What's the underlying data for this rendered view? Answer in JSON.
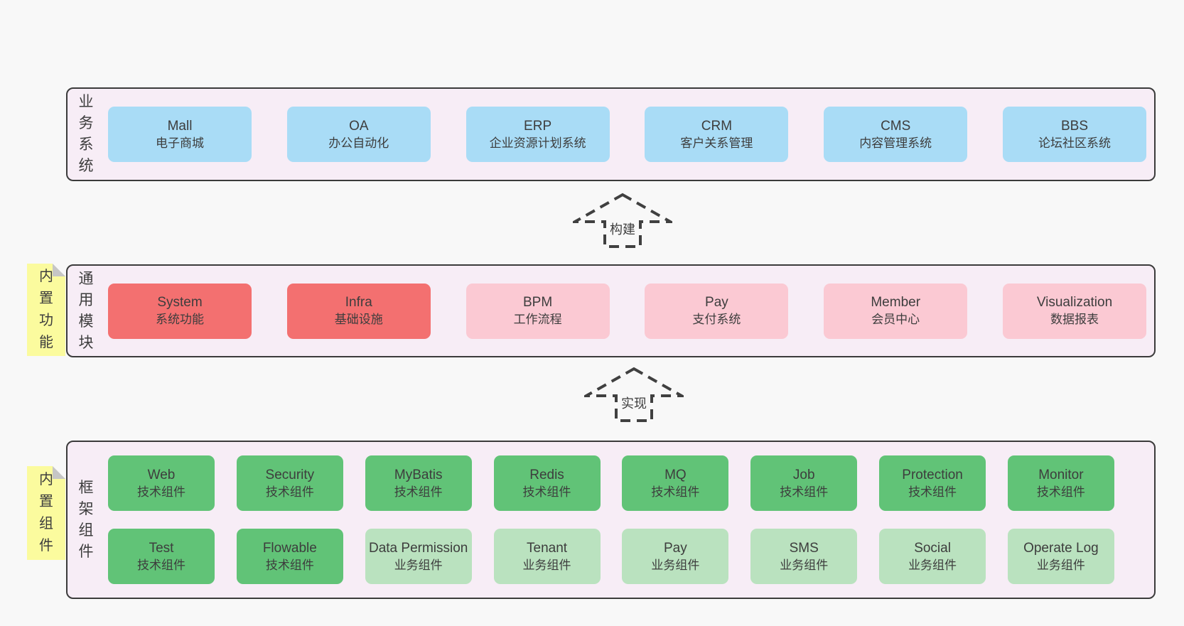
{
  "palette": {
    "page_bg": "#f8f8f8",
    "container_bg": "#f7edf6",
    "container_border": "#3b3b3b",
    "blue": "#a9dcf6",
    "red": "#f37070",
    "pink": "#fbc9d3",
    "green": "#61c377",
    "green_light": "#bae2bf",
    "sticky_yellow": "#fbfb9e",
    "arrow_stroke": "#404040",
    "text": "#3d3d3d"
  },
  "arrows": [
    {
      "label": "构建"
    },
    {
      "label": "实现"
    }
  ],
  "layers": [
    {
      "label": "业务系统",
      "boxes": [
        {
          "name": "Mall",
          "desc": "电子商城",
          "color": "#a9dcf6"
        },
        {
          "name": "OA",
          "desc": "办公自动化",
          "color": "#a9dcf6"
        },
        {
          "name": "ERP",
          "desc": "企业资源计划系统",
          "color": "#a9dcf6"
        },
        {
          "name": "CRM",
          "desc": "客户关系管理",
          "color": "#a9dcf6"
        },
        {
          "name": "CMS",
          "desc": "内容管理系统",
          "color": "#a9dcf6"
        },
        {
          "name": "BBS",
          "desc": "论坛社区系统",
          "color": "#a9dcf6"
        }
      ]
    },
    {
      "label": "通用模块",
      "sticky": "内置功能",
      "boxes": [
        {
          "name": "System",
          "desc": "系统功能",
          "color": "#f37070"
        },
        {
          "name": "Infra",
          "desc": "基础设施",
          "color": "#f37070"
        },
        {
          "name": "BPM",
          "desc": "工作流程",
          "color": "#fbc9d3"
        },
        {
          "name": "Pay",
          "desc": "支付系统",
          "color": "#fbc9d3"
        },
        {
          "name": "Member",
          "desc": "会员中心",
          "color": "#fbc9d3"
        },
        {
          "name": "Visualization",
          "desc": "数据报表",
          "color": "#fbc9d3"
        }
      ]
    },
    {
      "label": "框架组件",
      "sticky": "内置组件",
      "rows": [
        [
          {
            "name": "Web",
            "desc": "技术组件",
            "color": "#61c377"
          },
          {
            "name": "Security",
            "desc": "技术组件",
            "color": "#61c377"
          },
          {
            "name": "MyBatis",
            "desc": "技术组件",
            "color": "#61c377"
          },
          {
            "name": "Redis",
            "desc": "技术组件",
            "color": "#61c377"
          },
          {
            "name": "MQ",
            "desc": "技术组件",
            "color": "#61c377"
          },
          {
            "name": "Job",
            "desc": "技术组件",
            "color": "#61c377"
          },
          {
            "name": "Protection",
            "desc": "技术组件",
            "color": "#61c377"
          },
          {
            "name": "Monitor",
            "desc": "技术组件",
            "color": "#61c377"
          }
        ],
        [
          {
            "name": "Test",
            "desc": "技术组件",
            "color": "#61c377"
          },
          {
            "name": "Flowable",
            "desc": "技术组件",
            "color": "#61c377"
          },
          {
            "name": "Data Permission",
            "desc": "业务组件",
            "color": "#bae2bf"
          },
          {
            "name": "Tenant",
            "desc": "业务组件",
            "color": "#bae2bf"
          },
          {
            "name": "Pay",
            "desc": "业务组件",
            "color": "#bae2bf"
          },
          {
            "name": "SMS",
            "desc": "业务组件",
            "color": "#bae2bf"
          },
          {
            "name": "Social",
            "desc": "业务组件",
            "color": "#bae2bf"
          },
          {
            "name": "Operate Log",
            "desc": "业务组件",
            "color": "#bae2bf"
          }
        ]
      ]
    }
  ]
}
